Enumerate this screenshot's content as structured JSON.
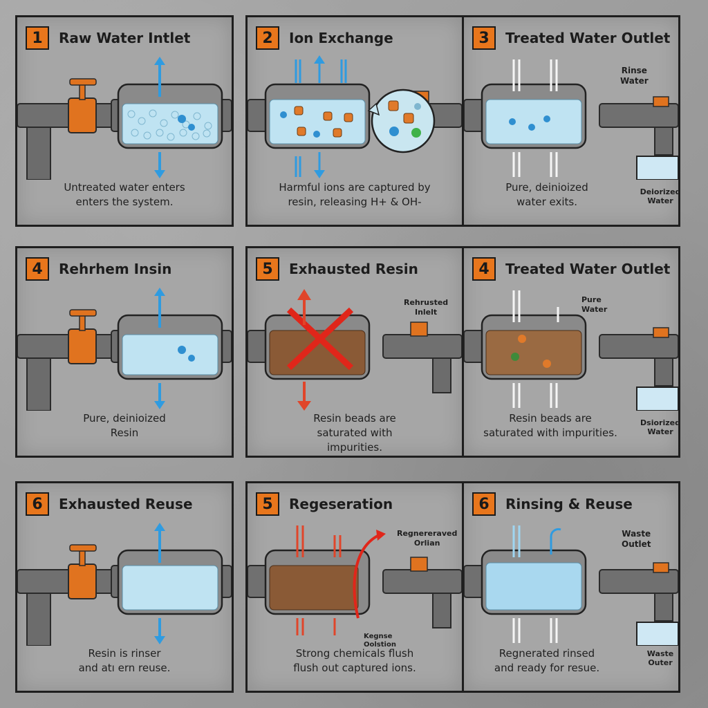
{
  "panels": [
    {
      "number": "1",
      "title": "Raw Water Intlet",
      "caption": [
        "Untreated water enters",
        "enters the system."
      ]
    },
    {
      "number": "2",
      "title": "Ion Exchange",
      "caption": [
        "Harmful ions are captured by",
        "resin, releasing H+ & OH-"
      ]
    },
    {
      "number": "3",
      "title": "Treated Water Outlet",
      "caption": [
        "Pure, deinioized",
        "water exits."
      ],
      "side_label": [
        "Rinse",
        "Water"
      ],
      "container_label": [
        "Deiorized",
        "Water"
      ]
    },
    {
      "number": "4",
      "title": "Rehrhem Insin",
      "caption": [
        "Pure, deinioized",
        "Resin"
      ]
    },
    {
      "number": "5",
      "title": "Exhausted Resin",
      "caption": [
        "Resin beads are",
        "saturated with",
        "impurities."
      ],
      "side_label": [
        "Rehrusted",
        "Inlelt"
      ]
    },
    {
      "number": "4",
      "title": "Treated Water Outlet",
      "caption": [
        "Resin beads are",
        "saturated with impurities."
      ],
      "side_label": [
        "Pure",
        "Water"
      ],
      "container_label": [
        "Dsiorized",
        "Water"
      ]
    },
    {
      "number": "6",
      "title": "Exhausted Reuse",
      "caption": [
        "Resin is rinser",
        "and atı ern reuse."
      ]
    },
    {
      "number": "5",
      "title": "Regeseration",
      "caption": [
        "Strong chemicals flush",
        "flush out captured ions."
      ],
      "side_label": [
        "Regnereraved",
        "Orlian"
      ],
      "bottom_label": [
        "Kegnse",
        "Oolstion"
      ]
    },
    {
      "number": "6",
      "title": "Rinsing & Reuse",
      "caption": [
        "Regnerated rinsed",
        "and ready for resue."
      ],
      "side_label": [
        "Waste",
        "Outlet"
      ],
      "container_label": [
        "Waste",
        "Outer"
      ]
    }
  ],
  "colors": {
    "badge": "#e8761c",
    "valve": "#e0731f",
    "pipe": "#6f6f6f",
    "water_arrow": "#2f9be0",
    "alert_arrow": "#e0452a",
    "fresh_resin": "#bfe3f2",
    "exhausted_resin": "#8a5a36"
  }
}
